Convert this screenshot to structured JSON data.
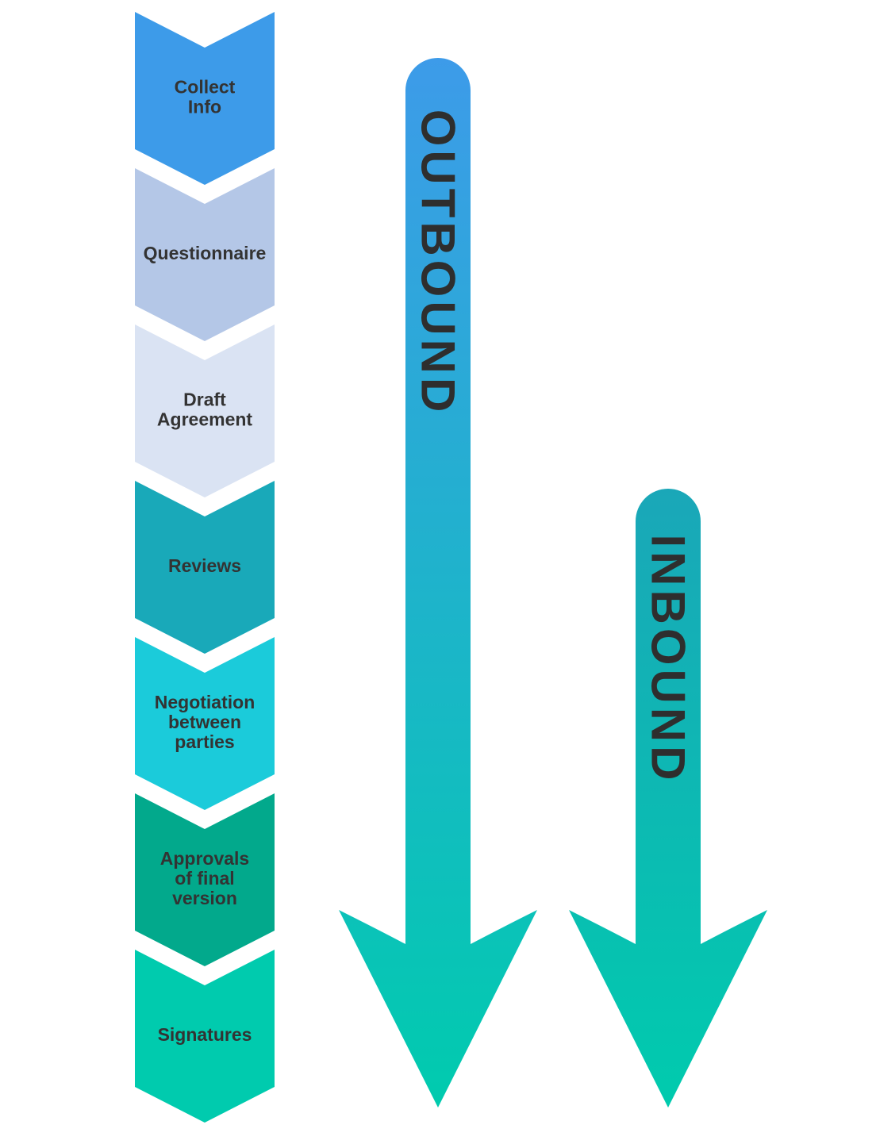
{
  "steps": [
    {
      "lines": [
        "Collect",
        "Info"
      ],
      "color": "#3d9be9"
    },
    {
      "lines": [
        "Questionnaire"
      ],
      "color": "#b4c7e7"
    },
    {
      "lines": [
        "Draft",
        "Agreement"
      ],
      "color": "#dae3f3"
    },
    {
      "lines": [
        "Reviews"
      ],
      "color": "#19a9b9"
    },
    {
      "lines": [
        "Negotiation",
        "between",
        "parties"
      ],
      "color": "#1bcbda"
    },
    {
      "lines": [
        "Approvals",
        "of final",
        "version"
      ],
      "color": "#02a98c"
    },
    {
      "lines": [
        "Signatures"
      ],
      "color": "#00cbae"
    }
  ],
  "arrows": {
    "outbound": {
      "label": "OUTBOUND",
      "gradient_top": "#3d9be9",
      "gradient_bottom": "#00cbae"
    },
    "inbound": {
      "label": "INBOUND",
      "gradient_top": "#1aa7b8",
      "gradient_bottom": "#00cbae"
    }
  },
  "text_color": "#333333"
}
